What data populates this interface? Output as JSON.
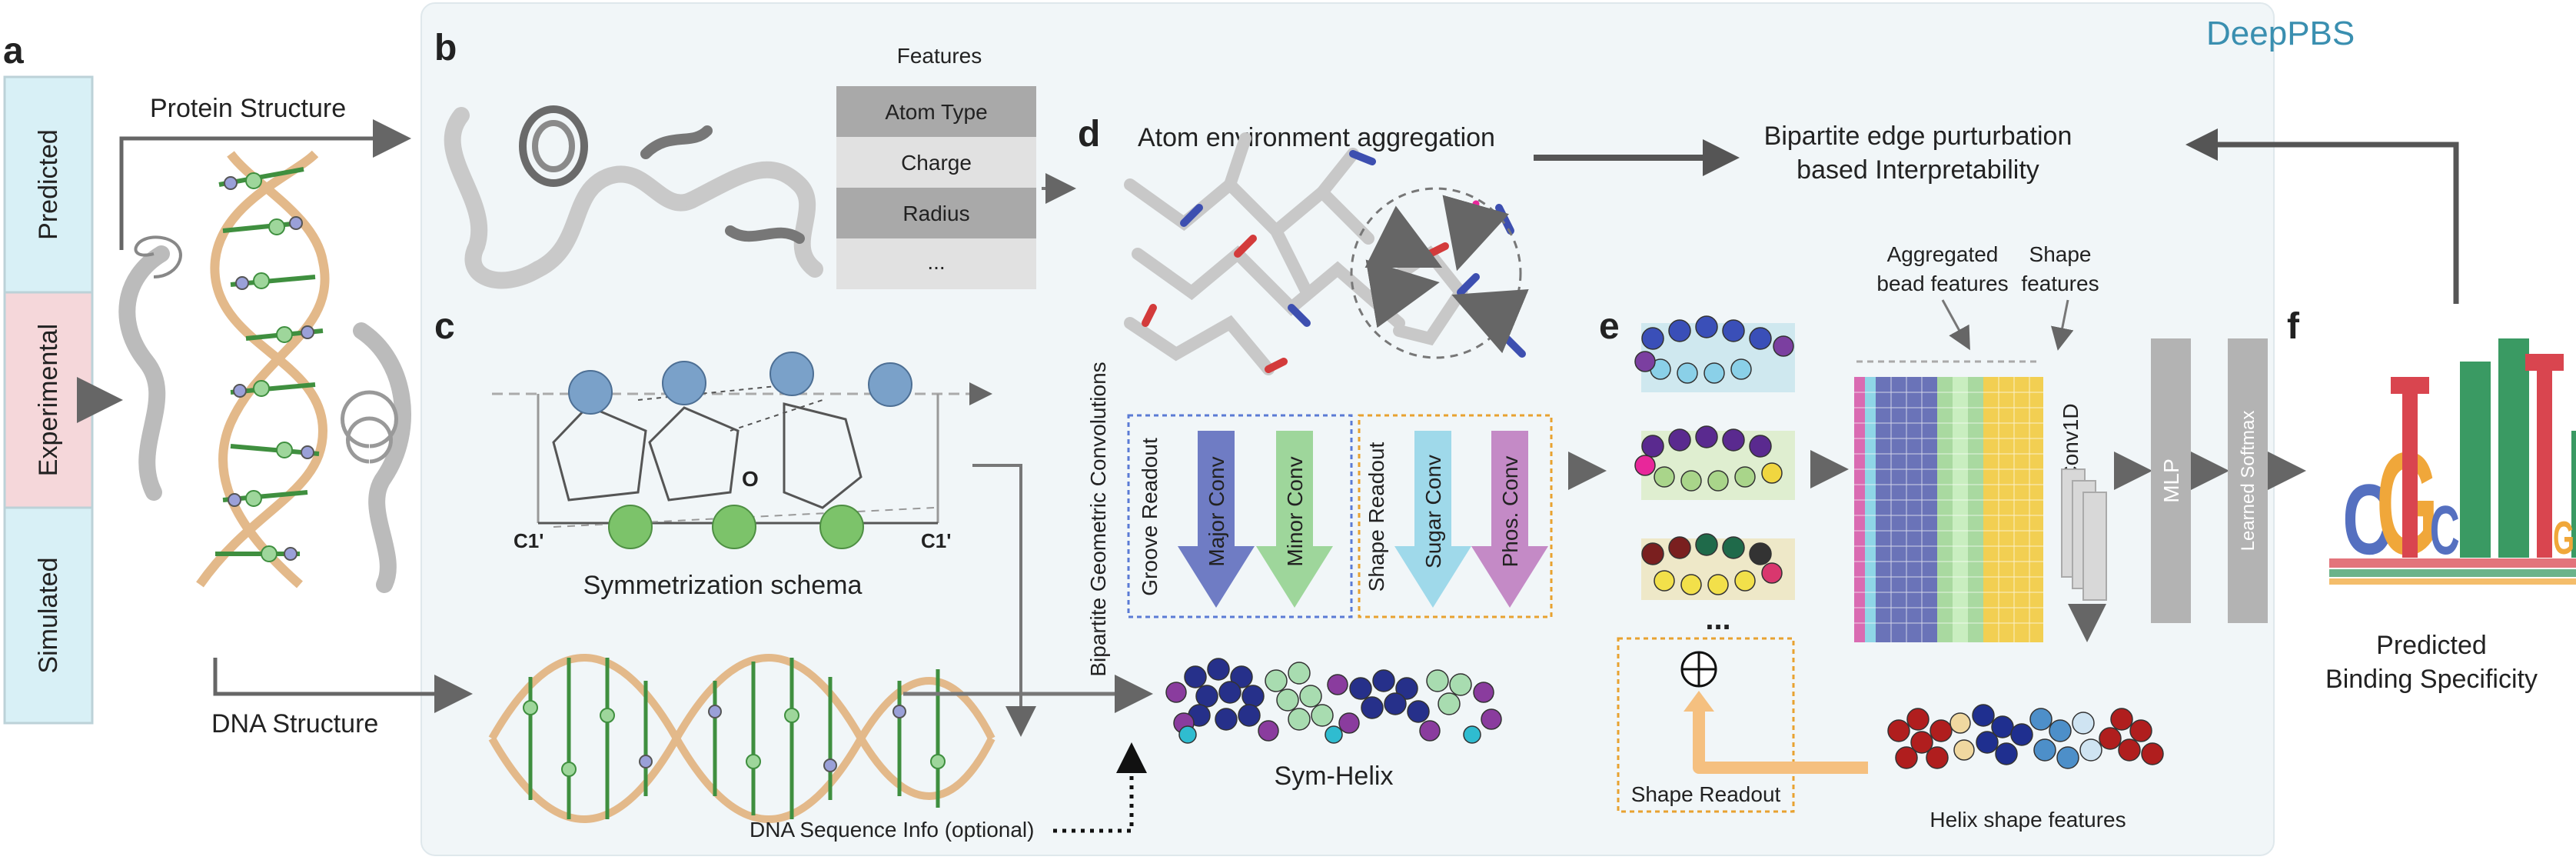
{
  "brand": "DeepPBS",
  "colors": {
    "panel_bg": "#f1f6f8",
    "brand": "#3a8fb0",
    "predicted": "#d8f0f6",
    "experimental": "#f5d7da",
    "simulated": "#d8f0f6",
    "groove_border": "#5b7bd5",
    "shape_border": "#e8a230",
    "major": "#6f7cc4",
    "minor": "#9ed69b",
    "sugar": "#9fd9ea",
    "phos": "#c48ac6",
    "arrow_gray": "#666666"
  },
  "panels": {
    "a": {
      "letter": "a",
      "sources": [
        "Predicted",
        "Experimental",
        "Simulated"
      ],
      "protein_label": "Protein Structure",
      "dna_label": "DNA Structure"
    },
    "b": {
      "letter": "b",
      "features_title": "Features",
      "features": [
        "Atom Type",
        "Charge",
        "Radius",
        "..."
      ]
    },
    "c": {
      "letter": "c",
      "c1_left": "C1'",
      "c1_right": "C1'",
      "origin": "O",
      "schema_label": "Symmetrization schema",
      "seq_label": "DNA Sequence Info (optional)"
    },
    "d": {
      "letter": "d",
      "title": "Atom environment aggregation",
      "bgc_label": "Bipartite Geometric Convolutions",
      "groove_readout": "Groove Readout",
      "shape_readout": "Shape Readout",
      "convs": [
        "Major Conv",
        "Minor Conv",
        "Sugar Conv",
        "Phos. Conv"
      ],
      "sym_helix": "Sym-Helix"
    },
    "interp": {
      "line1": "Bipartite edge purturbation",
      "line2": "based Interpretability"
    },
    "e": {
      "letter": "e",
      "agg_line1": "Aggregated",
      "agg_line2": "bead features",
      "shape_line1": "Shape",
      "shape_line2": "features",
      "ellipsis": "...",
      "oplus": "⊕",
      "shape_readout": "Shape Readout",
      "helix_shape": "Helix shape features",
      "conv1d": "Conv1D",
      "mlp": "MLP",
      "softmax": "Learned Softmax"
    },
    "f": {
      "letter": "f",
      "line1": "Predicted",
      "line2": "Binding Specificity"
    }
  }
}
